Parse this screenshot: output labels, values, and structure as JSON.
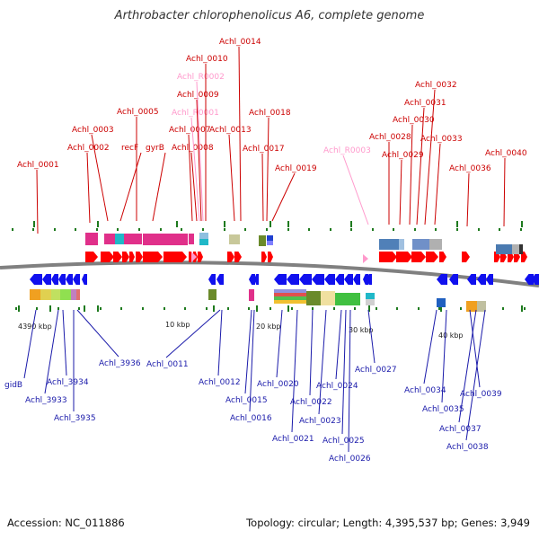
{
  "title": "Arthrobacter chlorophenolicus A6, complete genome",
  "footer": {
    "accession": "Accession: NC_011886",
    "topology": "Topology: circular; Length: 4,395,537 bp; Genes: 3,949"
  },
  "ruler": [
    "4390 kbp",
    "10 kbp",
    "20 kbp",
    "30 kbp",
    "40 kbp"
  ],
  "top_labels": [
    "Achl_0001",
    "Achl_0002",
    "Achl_0003",
    "recF",
    "Achl_0005",
    "gyrB",
    "Achl_0007",
    "Achl_0008",
    "Achl_R0001",
    "Achl_0009",
    "Achl_R0002",
    "Achl_0010",
    "Achl_0014",
    "Achl_0013",
    "Achl_0018",
    "Achl_0017",
    "Achl_0019",
    "Achl_R0003",
    "Achl_0028",
    "Achl_0029",
    "Achl_0030",
    "Achl_0031",
    "Achl_0032",
    "Achl_0033",
    "Achl_0036",
    "Achl_0040"
  ],
  "bottom_labels": [
    "gidB",
    "Achl_3933",
    "Achl_3934",
    "Achl_3935",
    "Achl_3936",
    "Achl_0011",
    "Achl_0012",
    "Achl_0015",
    "Achl_0016",
    "Achl_0020",
    "Achl_0021",
    "Achl_0022",
    "Achl_0023",
    "Achl_0024",
    "Achl_0025",
    "Achl_0026",
    "Achl_0027",
    "Achl_0034",
    "Achl_0035",
    "Achl_0037",
    "Achl_0038",
    "Achl_0039"
  ],
  "colors": {
    "forward_gene": "#ff0000",
    "reverse_gene": "#1010ee",
    "rna_gene": "#ff99cc",
    "top_label": "#cc0000",
    "bottom_label": "#1a1aaa",
    "tick": "#1e7a1e",
    "backbone": "#808080"
  }
}
